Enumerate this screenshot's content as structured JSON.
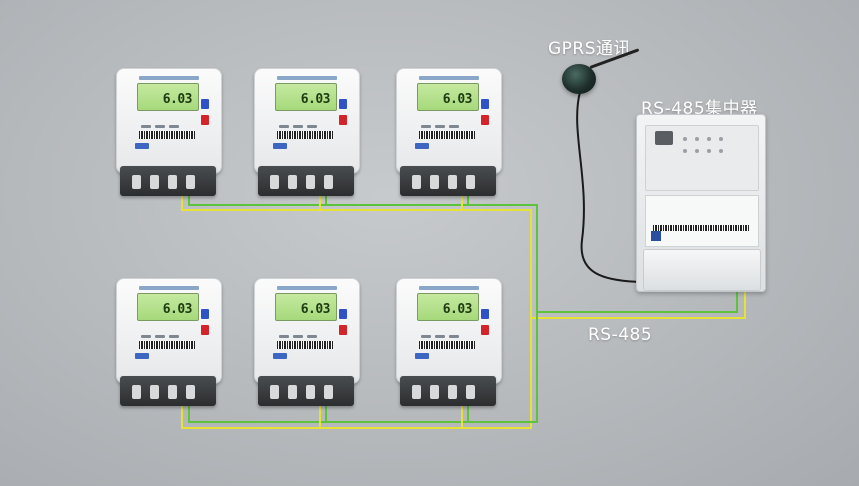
{
  "labels": {
    "gprs": "GPRS通讯",
    "concentrator": "RS-485集中器",
    "bus": "RS-485"
  },
  "meters": [
    {
      "reading": "6.03"
    },
    {
      "reading": "6.03"
    },
    {
      "reading": "6.03"
    },
    {
      "reading": "6.03"
    },
    {
      "reading": "6.03"
    },
    {
      "reading": "6.03"
    }
  ],
  "colors": {
    "wire_yellow": "#e6e236",
    "wire_green": "#5fc23c",
    "antenna_cable": "#1a1a1a",
    "button_blue": "#2d53c4",
    "button_red": "#d3242b"
  },
  "icons": {
    "antenna": "gprs-antenna-icon",
    "meter": "electric-meter-icon",
    "concentrator": "concentrator-icon"
  }
}
